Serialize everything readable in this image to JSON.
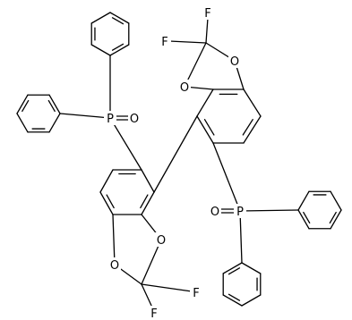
{
  "structure": {
    "atoms": [
      {
        "id": "P1",
        "label": "P"
      },
      {
        "id": "O_P1",
        "label": "O"
      },
      {
        "id": "P2",
        "label": "P"
      },
      {
        "id": "O_P2",
        "label": "O"
      },
      {
        "id": "Oa1",
        "label": "O"
      },
      {
        "id": "Oa2",
        "label": "O"
      },
      {
        "id": "Fa1",
        "label": "F"
      },
      {
        "id": "Fa2",
        "label": "F"
      },
      {
        "id": "Ob1",
        "label": "O"
      },
      {
        "id": "Ob2",
        "label": "O"
      },
      {
        "id": "Fb1",
        "label": "F"
      },
      {
        "id": "Fb2",
        "label": "F"
      }
    ]
  }
}
